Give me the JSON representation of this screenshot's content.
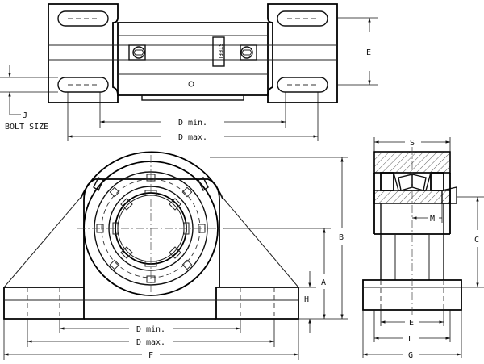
{
  "labels": {
    "e_top": "E",
    "j": "J",
    "bolt_size": "BOLT SIZE",
    "d_min_top": "D min.",
    "d_max_top": "D max.",
    "steel": "STEEL",
    "s": "S",
    "m": "M",
    "c": "C",
    "b": "B",
    "a": "A",
    "h": "H",
    "d_min_bottom": "D min.",
    "d_max_bottom": "D max.",
    "f": "F",
    "e_side": "E",
    "l": "L",
    "g": "G"
  }
}
